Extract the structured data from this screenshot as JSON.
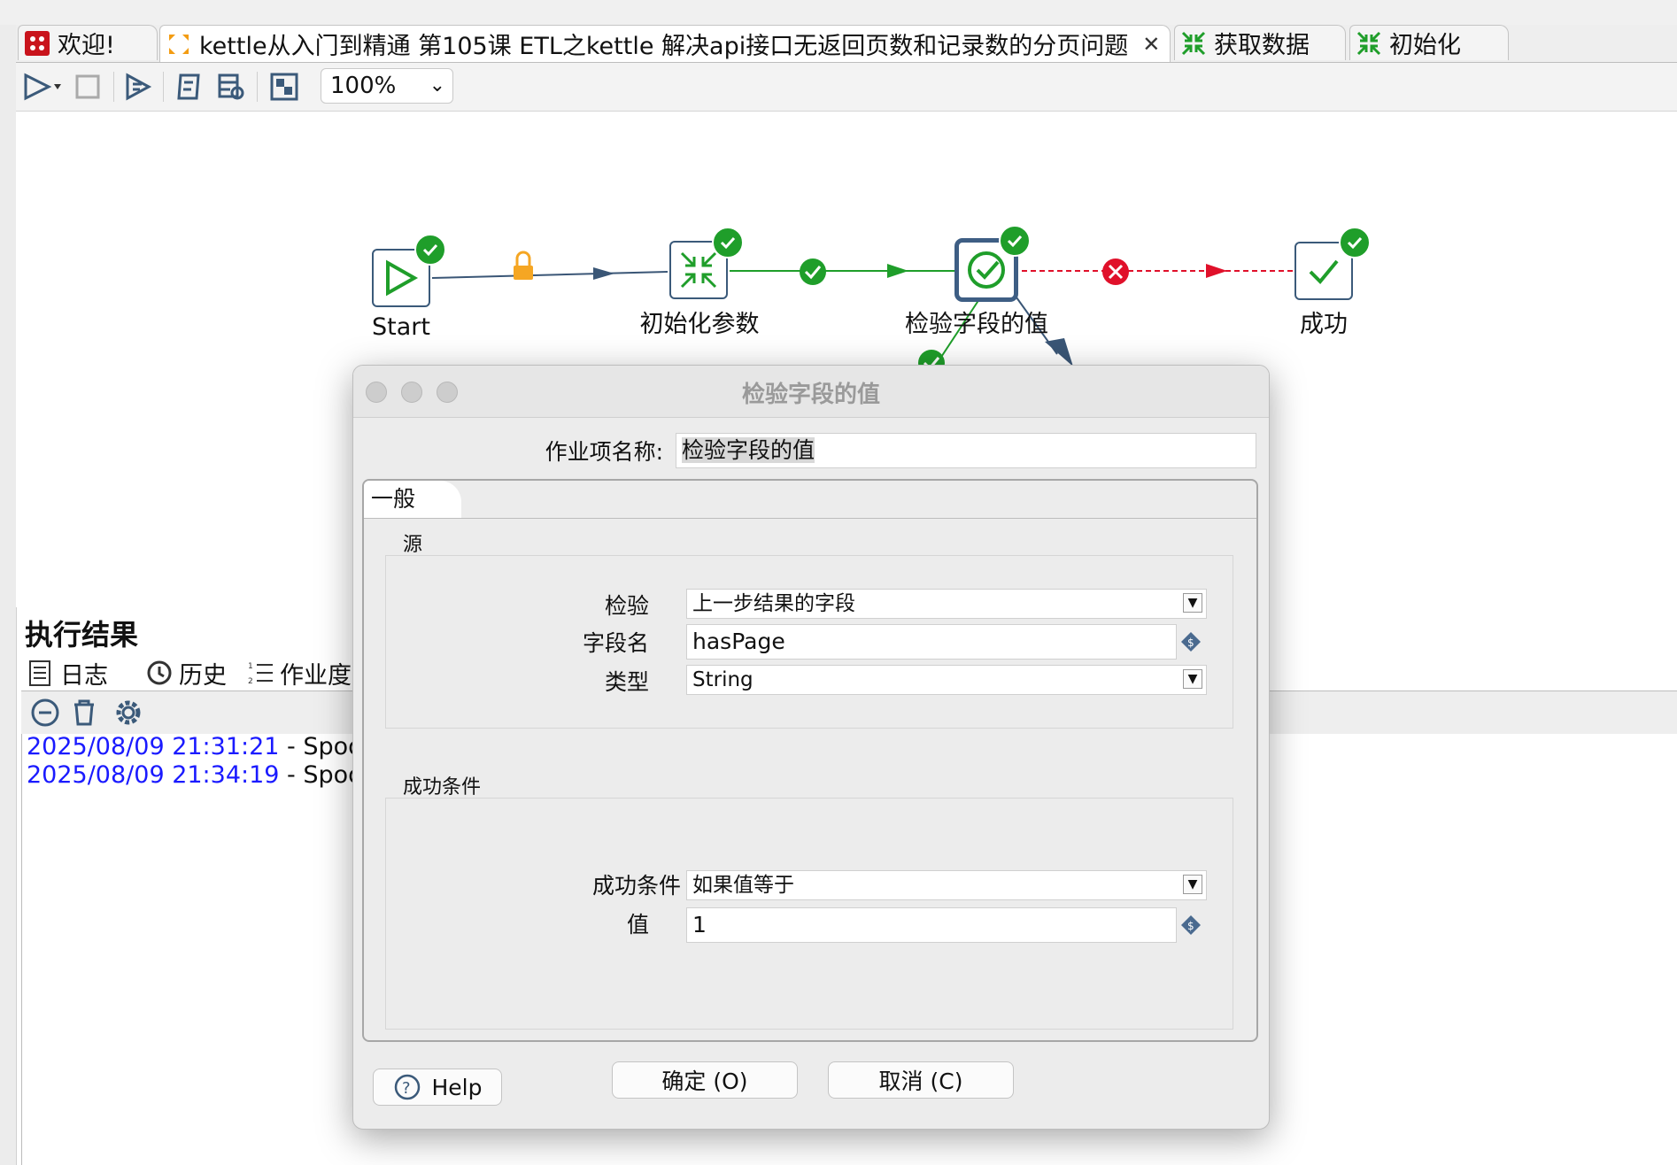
{
  "tabs": [
    {
      "label": "欢迎!",
      "icon": "kettle-logo-icon"
    },
    {
      "label": "kettle从入门到精通 第105课 ETL之kettle 解决api接口无返回页数和记录数的分页问题",
      "icon": "job-icon",
      "active": true
    },
    {
      "label": "获取数据",
      "icon": "transformation-icon"
    },
    {
      "label": "初始化",
      "icon": "transformation-icon"
    }
  ],
  "toolbar": {
    "zoom": "100%",
    "icons": [
      "run-icon",
      "stop-icon",
      "preview-icon",
      "sql-icon",
      "impact-icon",
      "grid-icon"
    ]
  },
  "canvas": {
    "nodes": [
      {
        "label": "Start",
        "icon": "start-icon"
      },
      {
        "label": "初始化参数",
        "icon": "transformation-icon"
      },
      {
        "label": "检验字段的值",
        "icon": "check-circle-icon"
      },
      {
        "label": "成功",
        "icon": "success-icon"
      }
    ],
    "hop_colors": {
      "unconditional": "#3a5676",
      "success": "#1f9e2a",
      "failure": "#e0102a"
    }
  },
  "results": {
    "title": "执行结果",
    "tabs": [
      "日志",
      "历史",
      "作业度"
    ],
    "log_lines": [
      {
        "timestamp": "2025/08/09 21:31:21",
        "rest": " - Spoon -"
      },
      {
        "timestamp": "2025/08/09 21:34:19",
        "rest": " - Spoon -"
      }
    ]
  },
  "dialog": {
    "title": "检验字段的值",
    "job_entry_name_label": "作业项名称:",
    "job_entry_name": "检验字段的值",
    "tab_general": "一般",
    "source_group": "源",
    "check_label": "检验",
    "check_value": "上一步结果的字段",
    "fieldname_label": "字段名",
    "fieldname_value": "hasPage",
    "type_label": "类型",
    "type_value": "String",
    "success_group": "成功条件",
    "condition_label": "成功条件",
    "condition_value": "如果值等于",
    "value_label": "值",
    "value_value": "1",
    "help_button": "Help",
    "ok_button": "确定 (O)",
    "cancel_button": "取消 (C)"
  }
}
